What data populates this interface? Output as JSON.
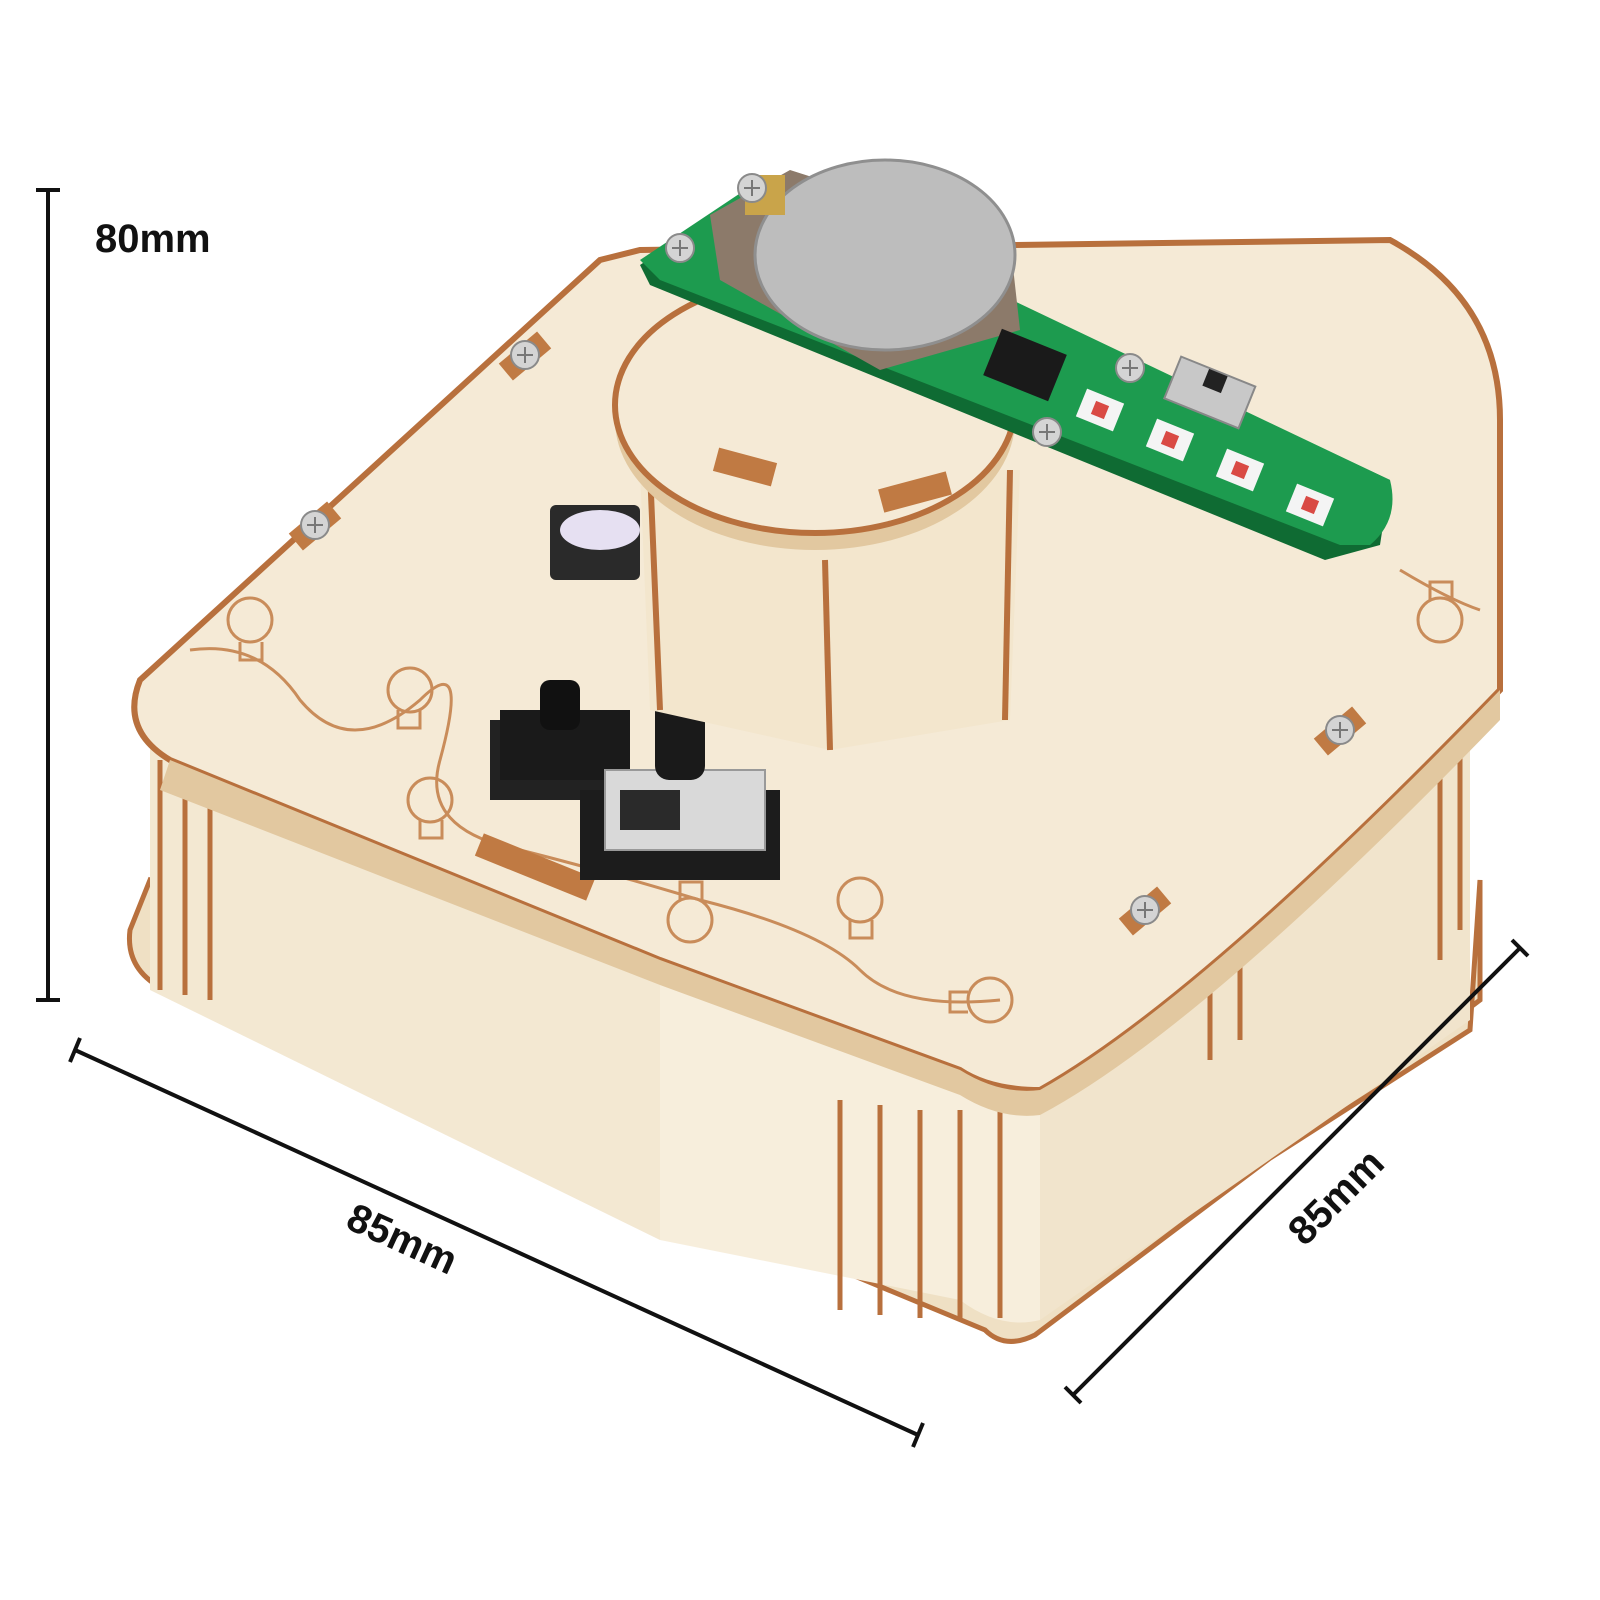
{
  "dimensions": {
    "height": "80mm",
    "width": "85mm",
    "depth": "85mm"
  },
  "colors": {
    "background": "#ffffff",
    "wood": "#f5ead6",
    "wood_shade": "#efe0c4",
    "wood_edge": "#b8703d",
    "engraving": "#c98c5a",
    "pcb_green": "#1d9b4f",
    "pcb_dark": "#147a3c",
    "battery": "#b9b9b9",
    "holder": "#8c7a6a",
    "knob": "#1a1a1a",
    "dimension_line": "#111111"
  },
  "icons": {
    "led": "led-icon",
    "screw": "screw-icon",
    "bulb": "bulb-icon"
  }
}
